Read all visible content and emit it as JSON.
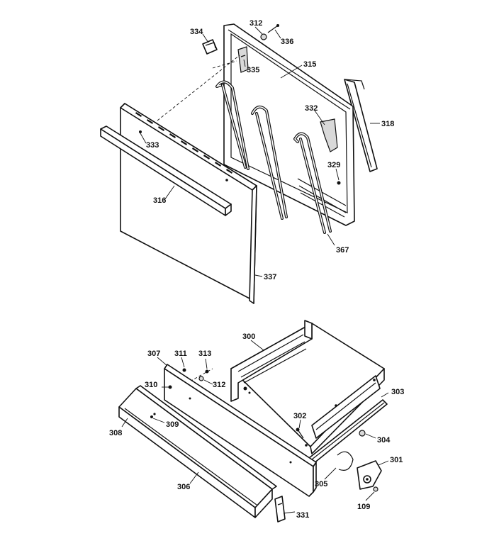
{
  "callouts": {
    "c334": "334",
    "c312_top": "312",
    "c336": "336",
    "c335": "335",
    "c315": "315",
    "c318": "318",
    "c332": "332",
    "c333": "333",
    "c329": "329",
    "c316": "316",
    "c367": "367",
    "c337": "337",
    "c300": "300",
    "c307": "307",
    "c311": "311",
    "c313": "313",
    "c312_bottom": "312",
    "c310": "310",
    "c303": "303",
    "c308": "308",
    "c309": "309",
    "c302": "302",
    "c304": "304",
    "c301": "301",
    "c305": "305",
    "c306": "306",
    "c109": "109",
    "c331": "331"
  }
}
